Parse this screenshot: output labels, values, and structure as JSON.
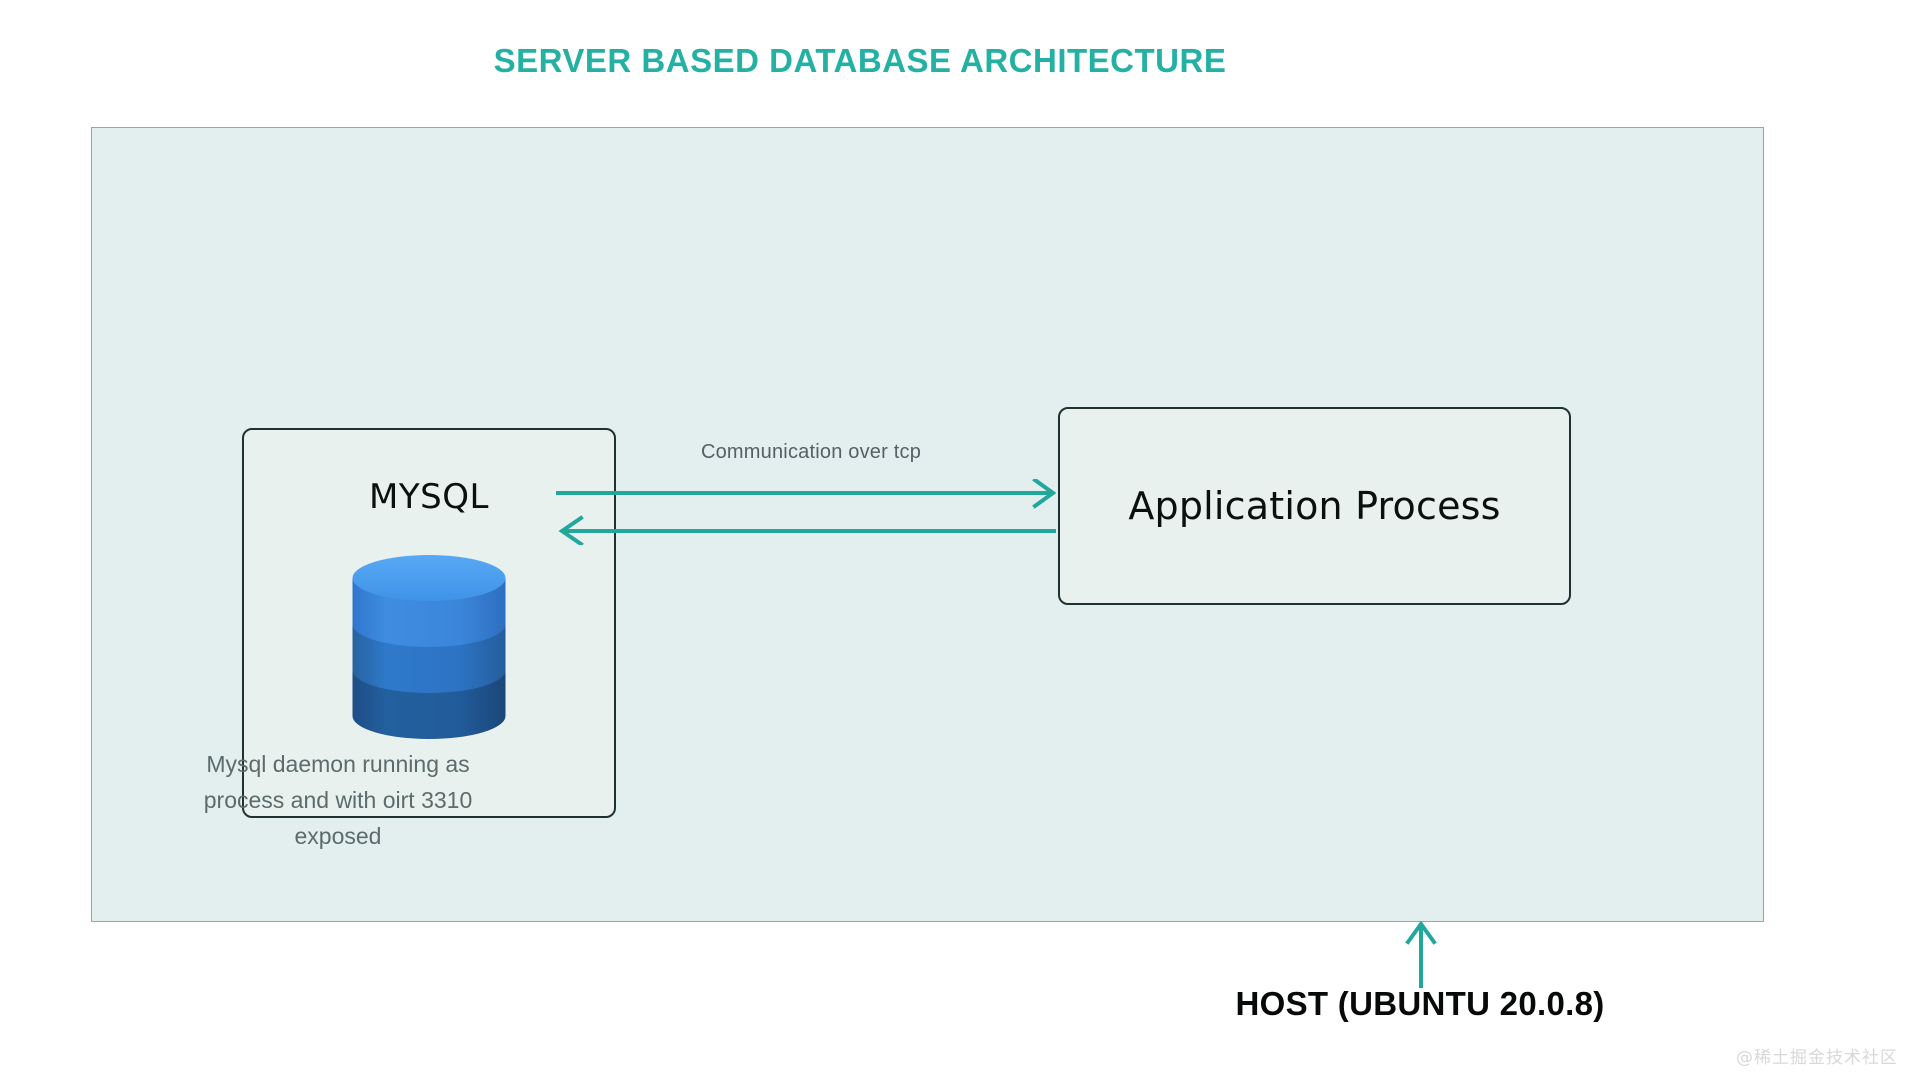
{
  "title": "SERVER BASED DATABASE ARCHITECTURE",
  "colors": {
    "title_teal": "#25b0a4",
    "host_fill": "#e2efee",
    "host_border": "#62bdb6",
    "card_fill": "#e9f1ef",
    "card_border": "#1f3230",
    "arrow_teal": "#21a79c",
    "caption_gray": "#5c6b6b",
    "db_top": "#4b9ff0",
    "db_band1": "#3b82d9",
    "db_band2": "#2e6fc6",
    "db_band3": "#1f5aa8"
  },
  "host": {
    "label": "HOST (UBUNTU 20.0.8)",
    "pointer_icon": "arrow-up-icon"
  },
  "mysql": {
    "title": "MYSQL",
    "icon": "database-cylinder-icon",
    "caption_lines": [
      "Mysql daemon running as",
      "process and with oirt 3310",
      "exposed"
    ],
    "caption": "Mysql daemon running as process and with oirt 3310 exposed"
  },
  "communication": {
    "label": "Communication over tcp",
    "arrows": [
      {
        "name": "arrow-to-application",
        "direction": "right",
        "head": "end"
      },
      {
        "name": "arrow-to-database",
        "direction": "left",
        "head": "start"
      }
    ]
  },
  "application": {
    "label": "Application Process"
  },
  "watermark": "@稀土掘金技术社区"
}
